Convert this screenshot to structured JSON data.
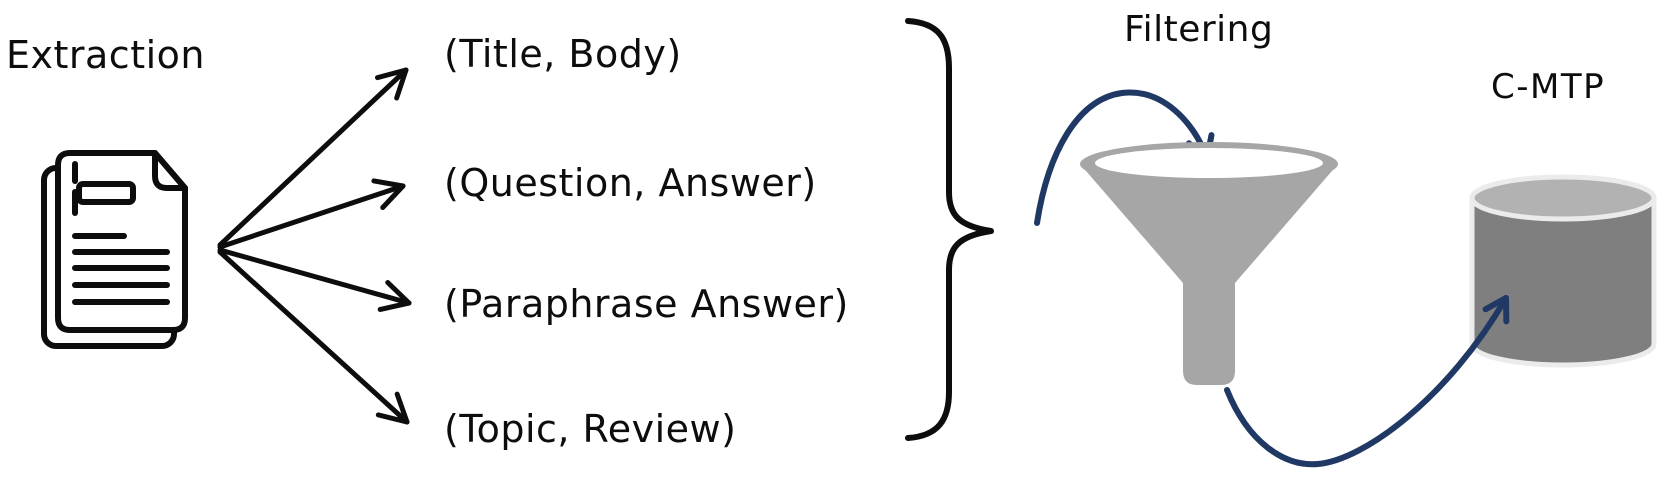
{
  "diagram": {
    "extraction": {
      "label": "Extraction",
      "icon": "documents-icon"
    },
    "pairs": [
      {
        "label": "(Title, Body)"
      },
      {
        "label": "(Question, Answer)"
      },
      {
        "label": "(Paraphrase Answer)"
      },
      {
        "label": "(Topic, Review)"
      }
    ],
    "filtering": {
      "label": "Filtering",
      "icon": "funnel-icon"
    },
    "output": {
      "label": "C-MTP",
      "icon": "database-cylinder-icon"
    },
    "connectors": {
      "fan_arrows_count": 4,
      "brace": "curly-brace-right",
      "flow_arrows": [
        "into-funnel-curved-arrow",
        "funnel-to-database-curved-arrow"
      ]
    },
    "colors": {
      "text_and_lines": "#0d0d0d",
      "flow_arrow_navy": "#1f3864",
      "funnel_gray": "#a6a6a6",
      "cylinder_body_gray": "#7f7f7f",
      "cylinder_top_gray": "#b2b2b2",
      "cylinder_outline": "#ebebeb",
      "background": "#ffffff"
    }
  }
}
